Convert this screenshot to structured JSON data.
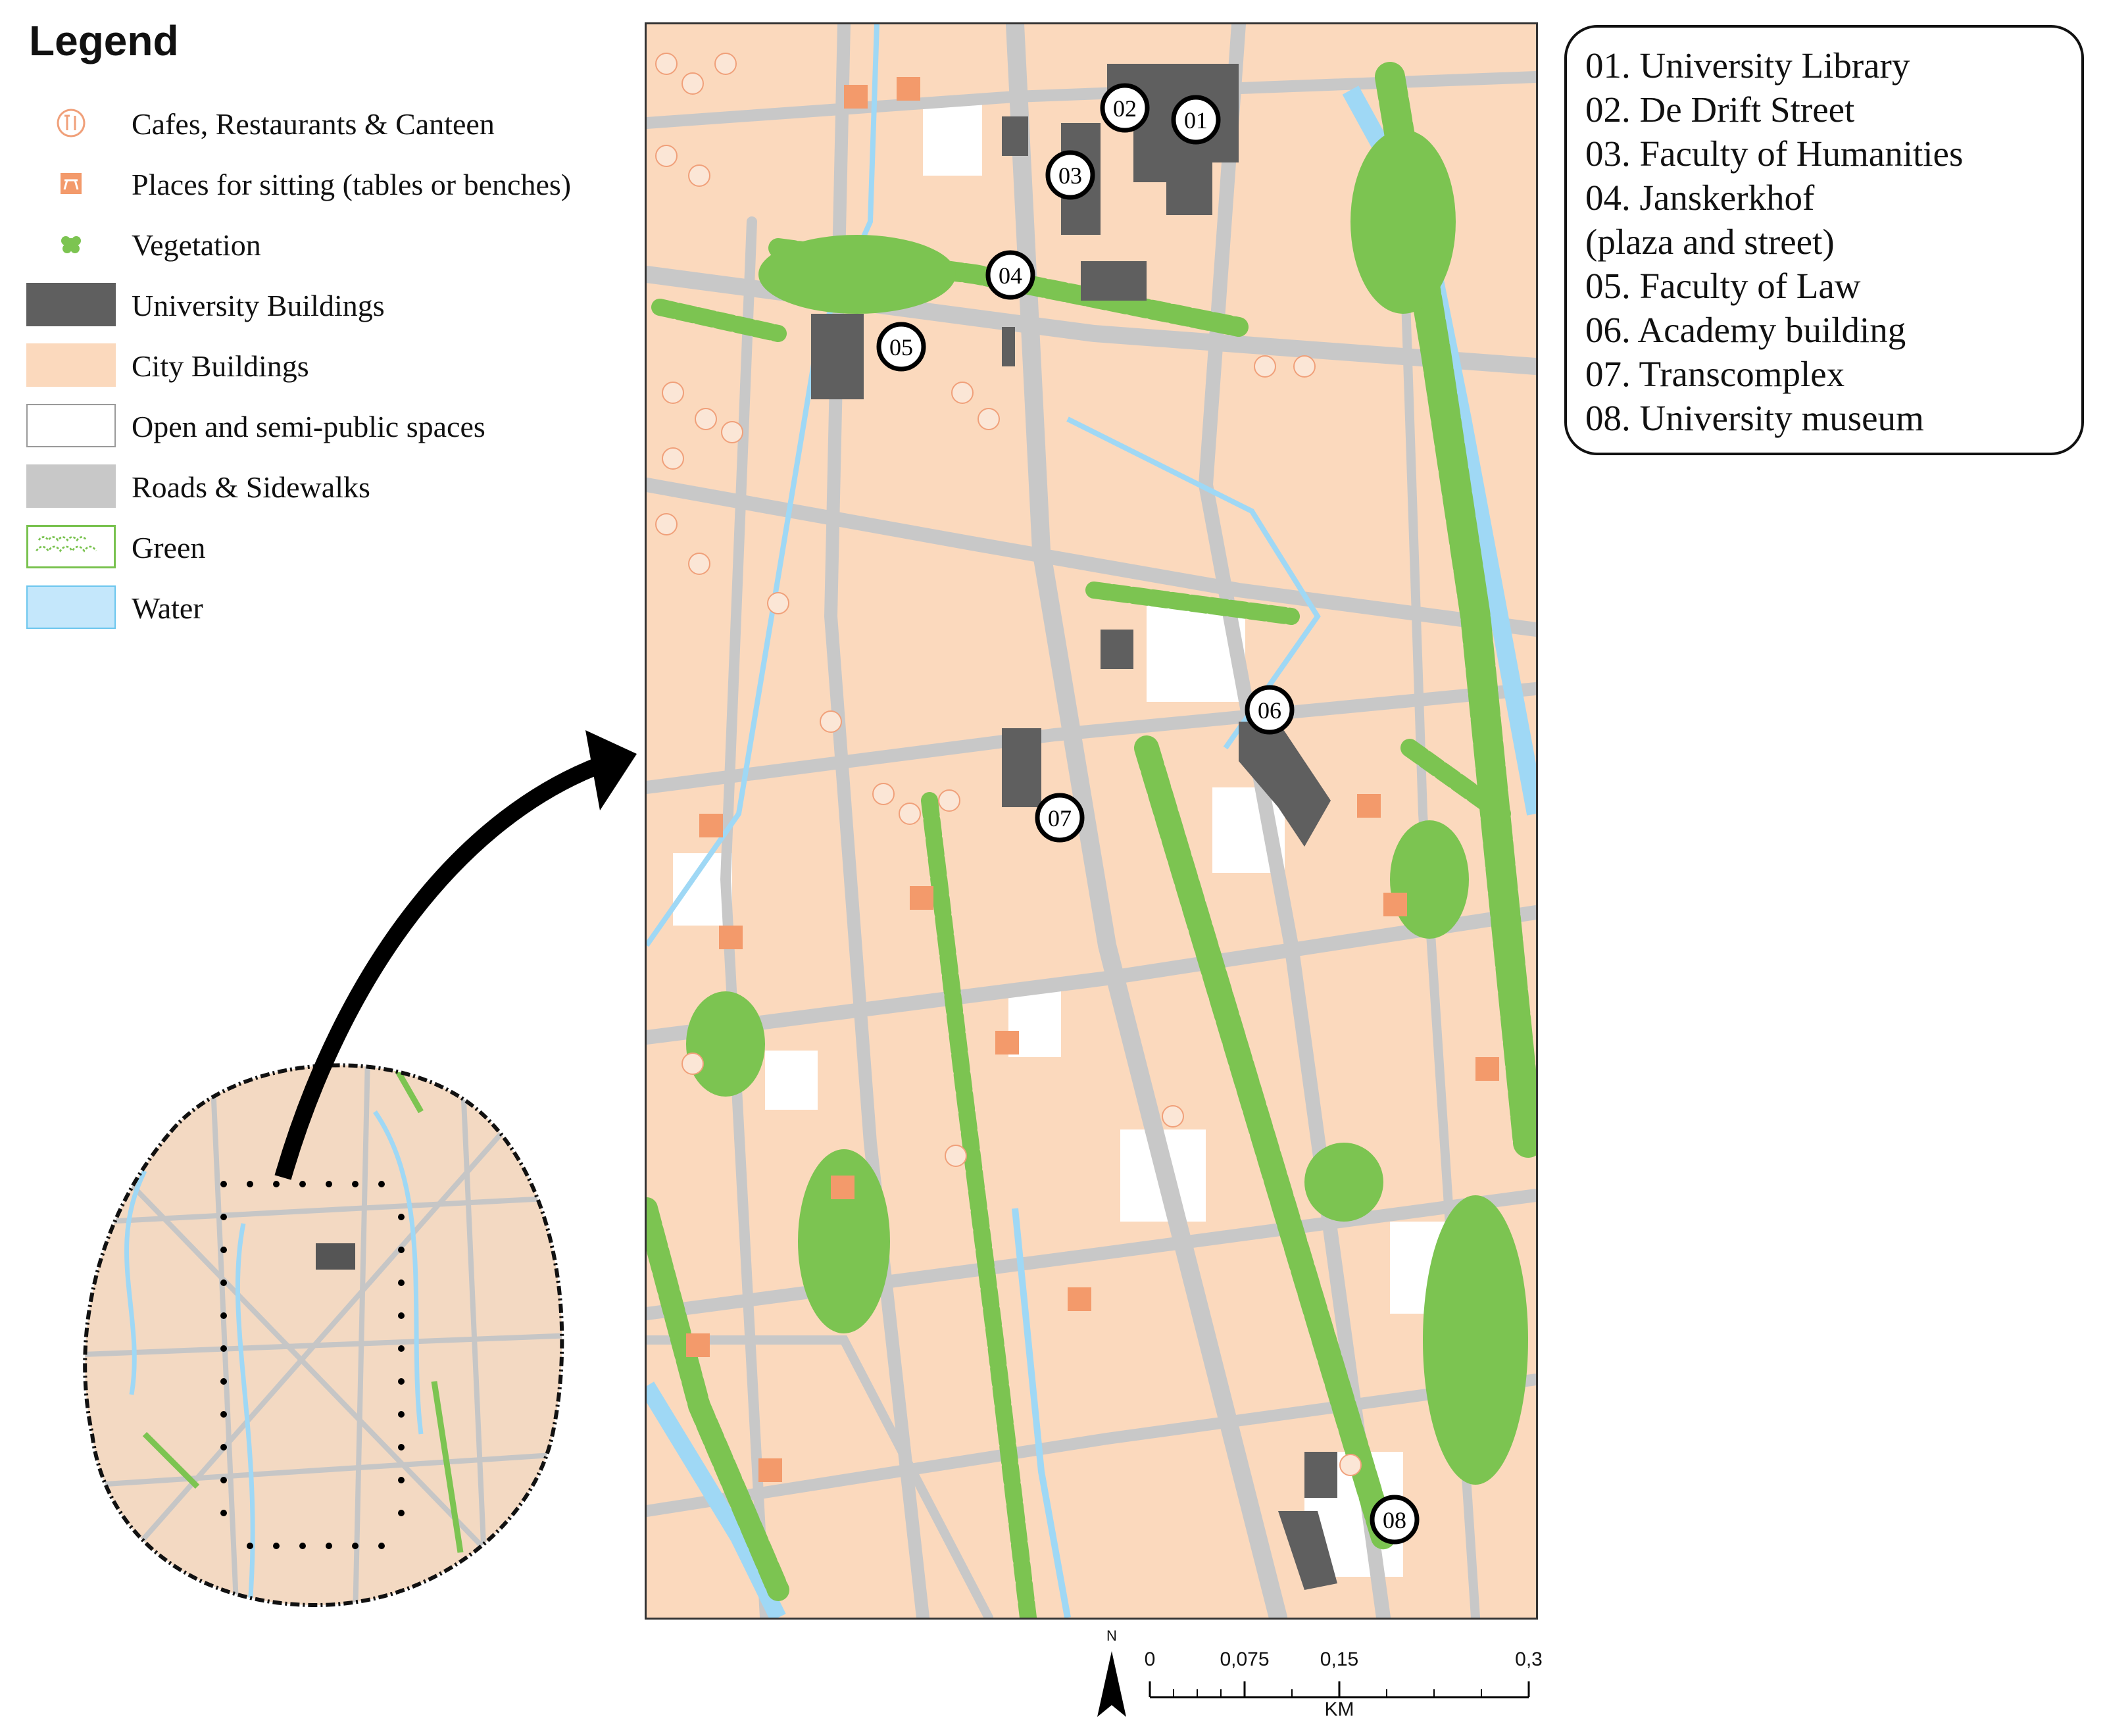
{
  "legend": {
    "title": "Legend",
    "items": [
      {
        "label": "Cafes, Restaurants & Canteen",
        "icon": "cafe-icon"
      },
      {
        "label": "Places for sitting (tables or benches)",
        "icon": "bench-icon"
      },
      {
        "label": "Vegetation",
        "icon": "tree-icon"
      },
      {
        "label": "University Buildings",
        "color": "#5f5f5f"
      },
      {
        "label": "City Buildings",
        "color": "#fbd9bd"
      },
      {
        "label": "Open and semi-public spaces",
        "color": "#ffffff"
      },
      {
        "label": "Roads & Sidewalks",
        "color": "#c8c8c8"
      },
      {
        "label": "Green",
        "color": "#79c24f"
      },
      {
        "label": "Water",
        "color": "#c4e7fb"
      }
    ]
  },
  "key": {
    "lines": [
      "01. University Library",
      "02. De Drift Street",
      "03. Faculty of Humanities",
      "04. Janskerkhof",
      "(plaza and street)",
      "05. Faculty of Law",
      "06. Academy building",
      "07. Transcomplex",
      "08. University museum"
    ]
  },
  "markers": [
    "01",
    "02",
    "03",
    "04",
    "05",
    "06",
    "07",
    "08"
  ],
  "scale": {
    "ticks": [
      "0",
      "0,075",
      "0,15",
      "0,3"
    ],
    "unit": "KM",
    "north": "N"
  },
  "colors": {
    "university": "#5f5f5f",
    "city": "#fbd9bd",
    "road": "#c8c8c8",
    "green": "#7cc451",
    "water": "#c4e7fb",
    "seating": "#f39a6b"
  }
}
